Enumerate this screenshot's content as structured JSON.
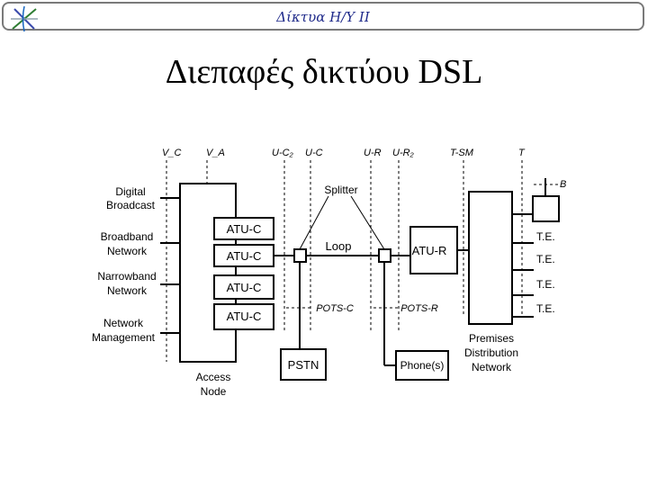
{
  "header": {
    "title": "Δίκτυα Η/Υ ΙΙ"
  },
  "slide": {
    "title": "Διεπαφές δικτύου DSL"
  },
  "diagram": {
    "ref_points": {
      "vc": "V_C",
      "va": "V_A",
      "uc2": "U-C₂",
      "uc": "U-C",
      "ur": "U-R",
      "ur2": "U-R₂",
      "tsm": "T-SM",
      "t": "T",
      "b": "B"
    },
    "left_labels": {
      "digital_1": "Digital",
      "digital_2": "Broadcast",
      "broadband_1": "Broadband",
      "broadband_2": "Network",
      "narrowband_1": "Narrowband",
      "narrowband_2": "Network",
      "mgmt_1": "Network",
      "mgmt_2": "Management"
    },
    "atuc": [
      "ATU-C",
      "ATU-C",
      "ATU-C",
      "ATU-C"
    ],
    "splitter": "Splitter",
    "loop": "Loop",
    "atur": "ATU-R",
    "pots_c": "POTS-C",
    "pots_r": "POTS-R",
    "pstn": "PSTN",
    "phones": "Phone(s)",
    "access_node_1": "Access",
    "access_node_2": "Node",
    "premises_1": "Premises",
    "premises_2": "Distribution",
    "premises_3": "Network",
    "te": [
      "T.E.",
      "T.E.",
      "T.E.",
      "T.E."
    ]
  }
}
